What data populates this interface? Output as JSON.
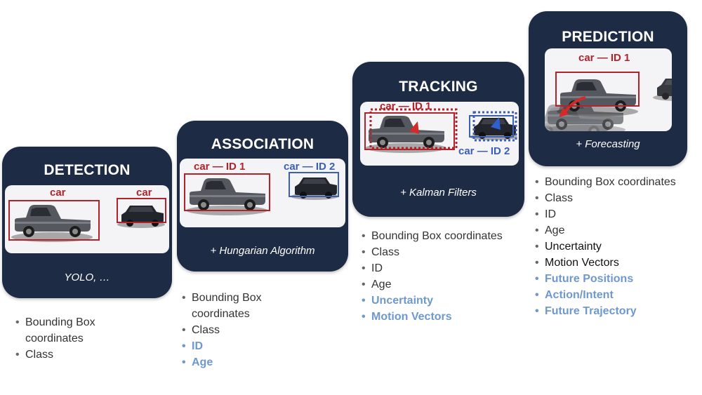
{
  "stages": {
    "detection": {
      "title": "DETECTION",
      "labels": [
        "car",
        "car"
      ],
      "caption": "YOLO, …",
      "features": [
        "Bounding Box coordinates",
        "Class"
      ]
    },
    "association": {
      "title": "ASSOCIATION",
      "labels": [
        "car — ID 1",
        "car — ID 2"
      ],
      "caption": "+ Hungarian Algorithm",
      "features": [
        "Bounding Box coordinates",
        "Class",
        "ID",
        "Age"
      ]
    },
    "tracking": {
      "title": "TRACKING",
      "labels": [
        "car — ID 1",
        "car — ID 2"
      ],
      "caption": "+ Kalman Filters",
      "features": [
        "Bounding Box coordinates",
        "Class",
        "ID",
        "Age",
        "Uncertainty",
        "Motion Vectors"
      ]
    },
    "prediction": {
      "title": "PREDICTION",
      "labels": [
        "car — ID 1"
      ],
      "caption": "+ Forecasting",
      "features": [
        "Bounding Box coordinates",
        "Class",
        "ID",
        "Age",
        "Uncertainty",
        "Motion Vectors",
        "Future Positions",
        "Action/Intent",
        "Future Trajectory"
      ]
    }
  },
  "colors": {
    "card": "#1e2b45",
    "red_box": "#b0222c",
    "blue_box": "#3a5fb5",
    "highlight": "#6f98cf"
  }
}
